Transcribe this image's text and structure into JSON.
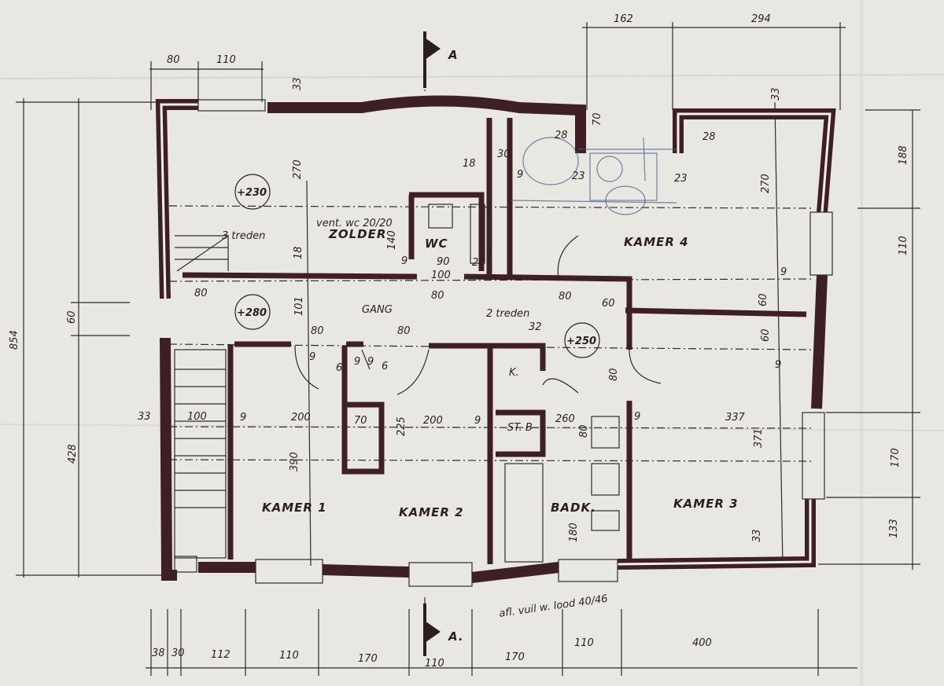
{
  "rooms": {
    "kamer1": "KAMER 1",
    "kamer2": "KAMER 2",
    "kamer3": "KAMER 3",
    "kamer4": "KAMER 4",
    "badk": "BADK.",
    "wc": "WC",
    "zolder": "ZOLDER",
    "gang": "GANG",
    "kast": "K.",
    "stb": "ST. B"
  },
  "notes": {
    "vent": "vent. wc 20/20",
    "treden3": "3 treden",
    "treden2": "2 treden",
    "afvoer": "afl. vuil w. lood 40/46",
    "section_top": "A",
    "section_bottom": "A."
  },
  "levels": {
    "zolder": "+230",
    "gang": "+280",
    "hall": "+250"
  },
  "dims": {
    "top_80": "80",
    "top_110": "110",
    "top_162": "162",
    "top_294": "294",
    "top_33": "33",
    "top_33b": "33",
    "left_854": "854",
    "left_60": "60",
    "left_428": "428",
    "right_188": "188",
    "right_110": "110",
    "right_170": "170",
    "right_133": "133",
    "bottom_400": "400",
    "bottom_110a": "110",
    "bottom_38": "38",
    "bottom_30": "30",
    "bottom_112": "112",
    "bottom_110b": "110",
    "bottom_170a": "170",
    "bottom_110c": "110",
    "bottom_170b": "170",
    "d270a": "270",
    "d18a": "18",
    "d140": "140",
    "d18b": "18",
    "d30": "30",
    "d9a": "9",
    "d28a": "28",
    "d28b": "28",
    "d70a": "70",
    "d23a": "23",
    "d23b": "23",
    "d270b": "270",
    "d90": "90",
    "d20": "20",
    "d100": "100",
    "d80a": "80",
    "d80b": "80",
    "d101": "101",
    "d80c": "80",
    "d80d": "80",
    "d80e": "80",
    "d60a": "60",
    "d32": "32",
    "d60b": "60",
    "d60c": "60",
    "d9b": "9",
    "d9c": "9",
    "d6a": "6",
    "d9d": "9",
    "d9e": "9",
    "d6b": "6",
    "d33a": "33",
    "d100b": "100",
    "d9f": "9",
    "d200a": "200",
    "d70b": "70",
    "d225": "225",
    "d200b": "200",
    "d9g": "9",
    "d260": "260",
    "d80f": "80",
    "d9h": "9",
    "d337": "337",
    "d371": "371",
    "d390": "390",
    "d180": "180",
    "d80g": "80",
    "d33c": "33",
    "d9i": "9",
    "d9j": "9"
  },
  "colors": {
    "paper": "#e9e7e2",
    "wall": "#3e1f23",
    "ink": "#2b1e1c",
    "pencil_blue": "#4a5d8c"
  }
}
